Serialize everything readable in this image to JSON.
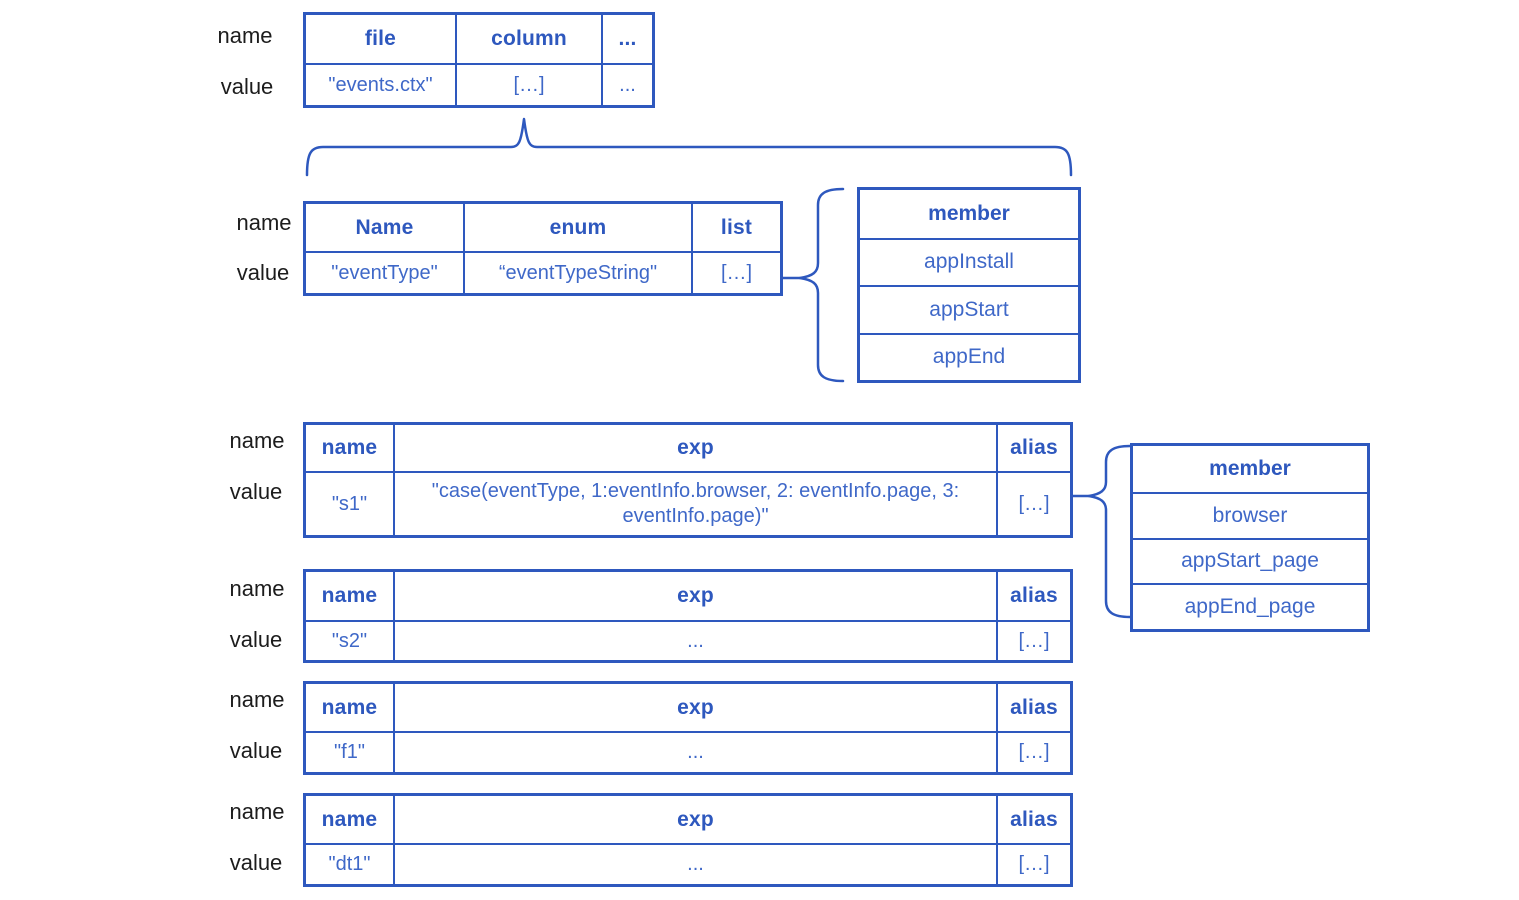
{
  "row_labels": {
    "name": "name",
    "value": "value"
  },
  "file_table": {
    "headers": [
      "file",
      "column",
      "..."
    ],
    "values": [
      "\"events.ctx\"",
      "[…]",
      "..."
    ]
  },
  "column_table": {
    "headers": [
      "Name",
      "enum",
      "list"
    ],
    "values": [
      "\"eventType\"",
      "“eventTypeString\"",
      "[…]"
    ]
  },
  "enum_members": {
    "header": "member",
    "rows": [
      "appInstall",
      "appStart",
      "appEnd"
    ]
  },
  "s1_table": {
    "headers": [
      "name",
      "exp",
      "alias"
    ],
    "values": [
      "\"s1\"",
      "\"case(eventType, 1:eventInfo.browser, 2: eventInfo.page, 3: eventInfo.page)\"",
      "[…]"
    ]
  },
  "alias_members": {
    "header": "member",
    "rows": [
      "browser",
      "appStart_page",
      "appEnd_page"
    ]
  },
  "s2_table": {
    "headers": [
      "name",
      "exp",
      "alias"
    ],
    "values": [
      "\"s2\"",
      "...",
      "[…]"
    ]
  },
  "f1_table": {
    "headers": [
      "name",
      "exp",
      "alias"
    ],
    "values": [
      "\"f1\"",
      "...",
      "[…]"
    ]
  },
  "dt1_table": {
    "headers": [
      "name",
      "exp",
      "alias"
    ],
    "values": [
      "\"dt1\"",
      "...",
      "[…]"
    ]
  },
  "colors": {
    "line_blue": "#2e58be",
    "value_blue": "#3f68c8",
    "label_dark": "#1c1c1c"
  }
}
